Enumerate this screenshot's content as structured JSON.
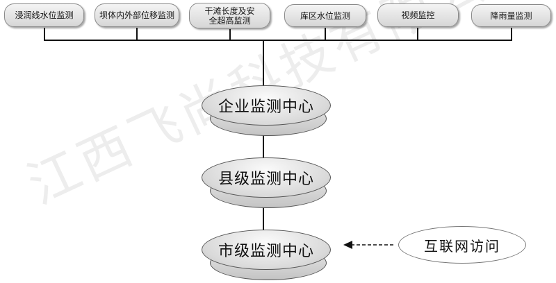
{
  "monitors": [
    {
      "label": "浸润线水位监测"
    },
    {
      "label": "坝体内外部位移监测"
    },
    {
      "label": "干滩长度及安\n全超高监测"
    },
    {
      "label": "库区水位监测"
    },
    {
      "label": "视频监控"
    },
    {
      "label": "降雨量监测"
    }
  ],
  "centers": [
    {
      "label": "企业监测中心"
    },
    {
      "label": "县级监测中心"
    },
    {
      "label": "市级监测中心"
    }
  ],
  "internet": {
    "label": "互联网访问"
  },
  "watermark": "江西飞尚科技有限公司"
}
